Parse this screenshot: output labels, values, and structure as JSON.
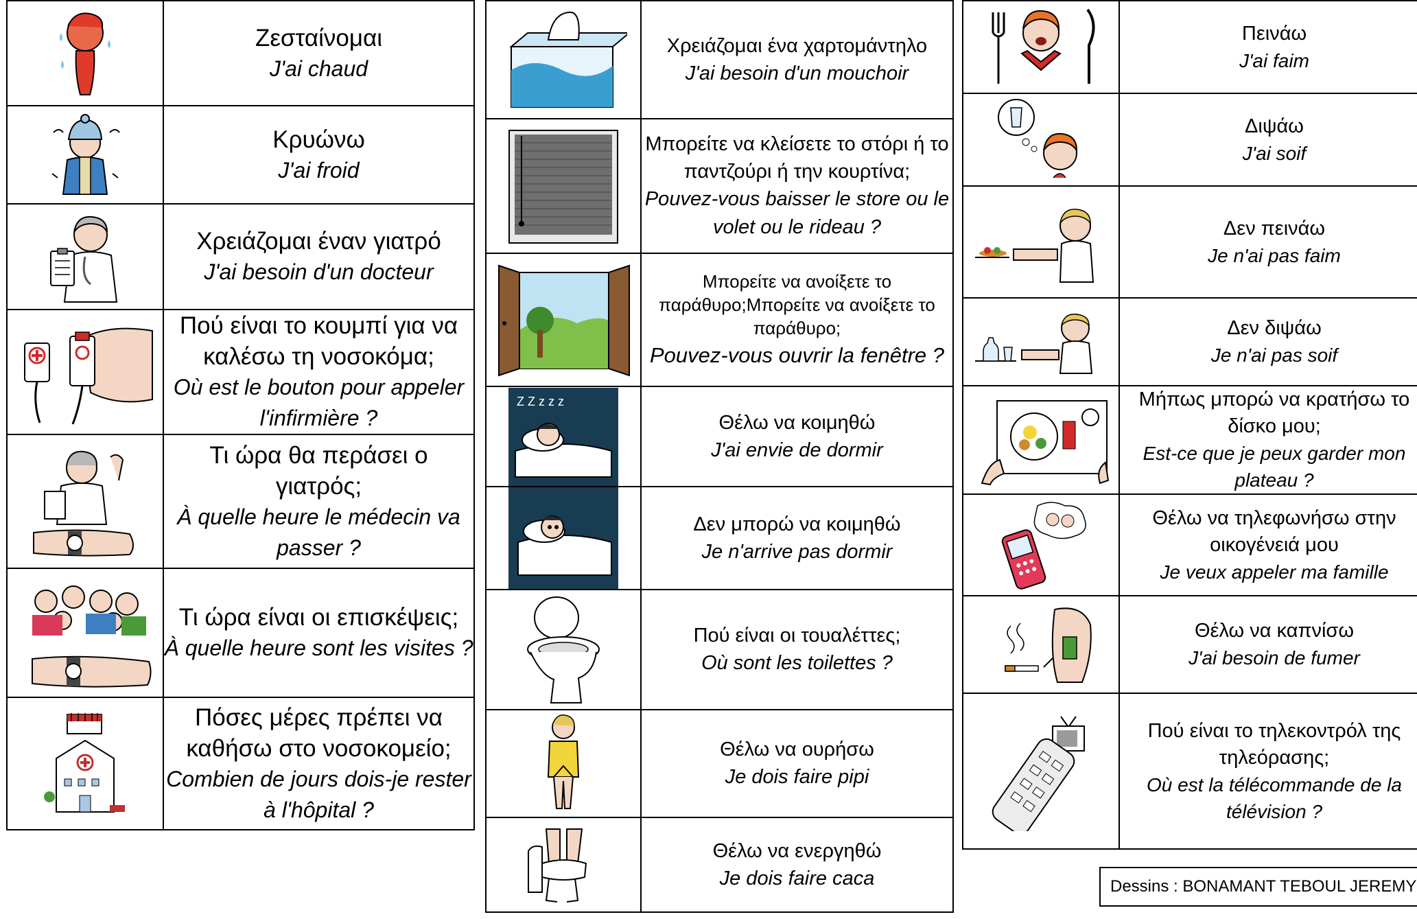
{
  "column1": [
    {
      "icon": "hot-person-icon",
      "greek": "Ζεσταίνομαι",
      "french": "J'ai chaud"
    },
    {
      "icon": "cold-person-icon",
      "greek": "Κρυώνω",
      "french": "J'ai froid"
    },
    {
      "icon": "doctor-icon",
      "greek": "Χρειάζομαι έναν γιατρό",
      "french": "J'ai besoin d'un docteur"
    },
    {
      "icon": "nurse-call-button-icon",
      "greek": "Πού είναι το κουμπί για να καλέσω τη νοσοκόμα;",
      "french": "Où est le bouton pour appeler l'infirmière ?"
    },
    {
      "icon": "doctor-watch-icon",
      "greek": "Τι ώρα θα περάσει ο γιατρός;",
      "french": "À quelle heure le médecin va passer ?"
    },
    {
      "icon": "family-visit-icon",
      "greek": "Τι ώρα είναι οι επισκέψεις;",
      "french": "À quelle heure sont les visites ?"
    },
    {
      "icon": "hospital-icon",
      "greek": "Πόσες μέρες πρέπει να καθήσω στο νοσοκομείο;",
      "french": "Combien de jours dois-je rester à l'hôpital ?"
    }
  ],
  "column2": [
    {
      "icon": "tissue-box-icon",
      "greek": "Χρειάζομαι ένα χαρτομάντηλο",
      "french": "J'ai besoin d'un mouchoir"
    },
    {
      "icon": "window-blind-icon",
      "greek": "Μπορείτε να κλείσετε το στόρι ή το παντζούρι ή την κουρτίνα;",
      "french": "Pouvez-vous baisser le store ou le volet ou le rideau ?"
    },
    {
      "icon": "open-window-icon",
      "greek": "Μπορείτε να ανοίξετε το παράθυρο;Μπορείτε να ανοίξετε το παράθυρο;",
      "french": "Pouvez-vous ouvrir la fenêtre ?"
    },
    {
      "icon": "sleeping-person-icon",
      "greek": "Θέλω να κοιμηθώ",
      "french": "J'ai envie de dormir",
      "zzz": "Z Z z z z"
    },
    {
      "icon": "awake-in-bed-icon",
      "greek": "Δεν μπορώ να κοιμηθώ",
      "french": "Je n'arrive pas dormir"
    },
    {
      "icon": "toilet-icon",
      "greek": "Πού είναι οι τουαλέττες;",
      "french": "Où sont les toilettes ?"
    },
    {
      "icon": "need-to-pee-icon",
      "greek": "Θέλω να ουρήσω",
      "french": "Je dois faire pipi"
    },
    {
      "icon": "need-to-poo-icon",
      "greek": "Θέλω να ενεργηθώ",
      "french": "Je dois faire caca"
    }
  ],
  "column3": [
    {
      "icon": "hungry-person-icon",
      "greek": "Πεινάω",
      "french": "J'ai faim"
    },
    {
      "icon": "thirsty-person-icon",
      "greek": "Διψάω",
      "french": "J'ai soif"
    },
    {
      "icon": "not-hungry-icon",
      "greek": "Δεν πεινάω",
      "french": "Je n'ai pas faim"
    },
    {
      "icon": "not-thirsty-icon",
      "greek": "Δεν διψάω",
      "french": "Je n'ai pas soif"
    },
    {
      "icon": "meal-tray-icon",
      "greek": "Μήπως μπορώ να κρατήσω το δίσκο μου;",
      "french": "Est-ce que je peux garder mon plateau ?"
    },
    {
      "icon": "mobile-phone-icon",
      "greek": "Θέλω να τηλεφωνήσω στην οικογένειά μου",
      "french": "Je veux appeler ma famille"
    },
    {
      "icon": "cigarette-patch-icon",
      "greek": "Θέλω να καπνίσω",
      "french": "J'ai besoin de fumer"
    },
    {
      "icon": "tv-remote-icon",
      "greek": "Πού είναι το τηλεκοντρόλ της τηλεόρασης;",
      "french": "Où est la télécommande de la télévision ?"
    }
  ],
  "credit": "Dessins : BONAMANT TEBOUL JEREMY",
  "colors": {
    "skin": "#f3d6c3",
    "hair_orange": "#e8742a",
    "hot_red": "#e03a2a",
    "blue": "#3d7fc1",
    "night": "#183c52",
    "yellow": "#f2d53a",
    "green": "#4a9a3a"
  }
}
